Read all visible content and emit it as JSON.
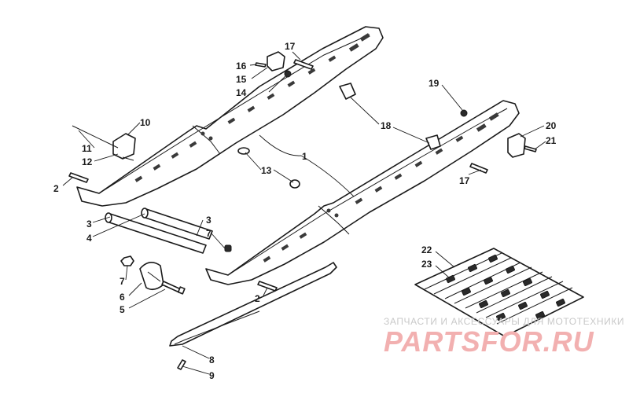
{
  "watermark": {
    "subtitle": "ЗАПЧАСТИ И АКСЕССУАРЫ ДЛЯ МОТОТЕХНИКИ",
    "brand": "PARTSFOR.RU"
  },
  "callouts": [
    {
      "id": "c1",
      "label": "1"
    },
    {
      "id": "c2a",
      "label": "2"
    },
    {
      "id": "c2b",
      "label": "2"
    },
    {
      "id": "c3a",
      "label": "3"
    },
    {
      "id": "c3b",
      "label": "3"
    },
    {
      "id": "c4",
      "label": "4"
    },
    {
      "id": "c5",
      "label": "5"
    },
    {
      "id": "c6",
      "label": "6"
    },
    {
      "id": "c7a",
      "label": "7"
    },
    {
      "id": "c7b",
      "label": "7"
    },
    {
      "id": "c8",
      "label": "8"
    },
    {
      "id": "c9",
      "label": "9"
    },
    {
      "id": "c10",
      "label": "10"
    },
    {
      "id": "c11",
      "label": "11"
    },
    {
      "id": "c12",
      "label": "12"
    },
    {
      "id": "c13",
      "label": "13"
    },
    {
      "id": "c14",
      "label": "14"
    },
    {
      "id": "c15",
      "label": "15"
    },
    {
      "id": "c16",
      "label": "16"
    },
    {
      "id": "c17a",
      "label": "17"
    },
    {
      "id": "c17b",
      "label": "17"
    },
    {
      "id": "c18",
      "label": "18"
    },
    {
      "id": "c19",
      "label": "19"
    },
    {
      "id": "c20",
      "label": "20"
    },
    {
      "id": "c21",
      "label": "21"
    },
    {
      "id": "c22",
      "label": "22"
    },
    {
      "id": "c23",
      "label": "23"
    }
  ]
}
